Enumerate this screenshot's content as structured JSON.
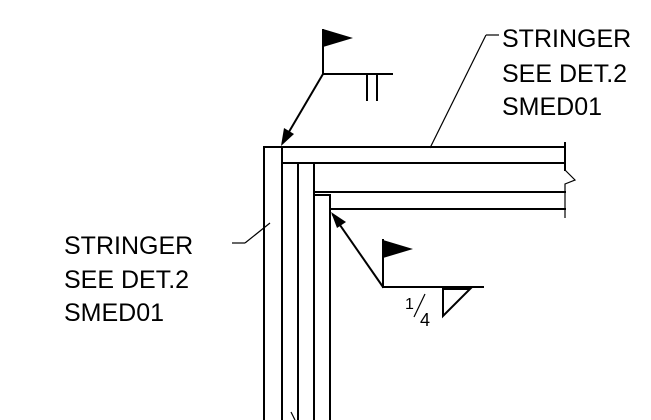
{
  "note_right": {
    "lines": [
      "STRINGER",
      "SEE DET.2",
      "SMED01"
    ]
  },
  "note_left": {
    "lines": [
      "STRINGER",
      "SEE DET.2",
      "SMED01"
    ]
  },
  "weld_symbol_bottom": {
    "size_numerator": "1",
    "size_denominator": "4"
  },
  "colors": {
    "line": "#000000",
    "background": "#ffffff"
  }
}
